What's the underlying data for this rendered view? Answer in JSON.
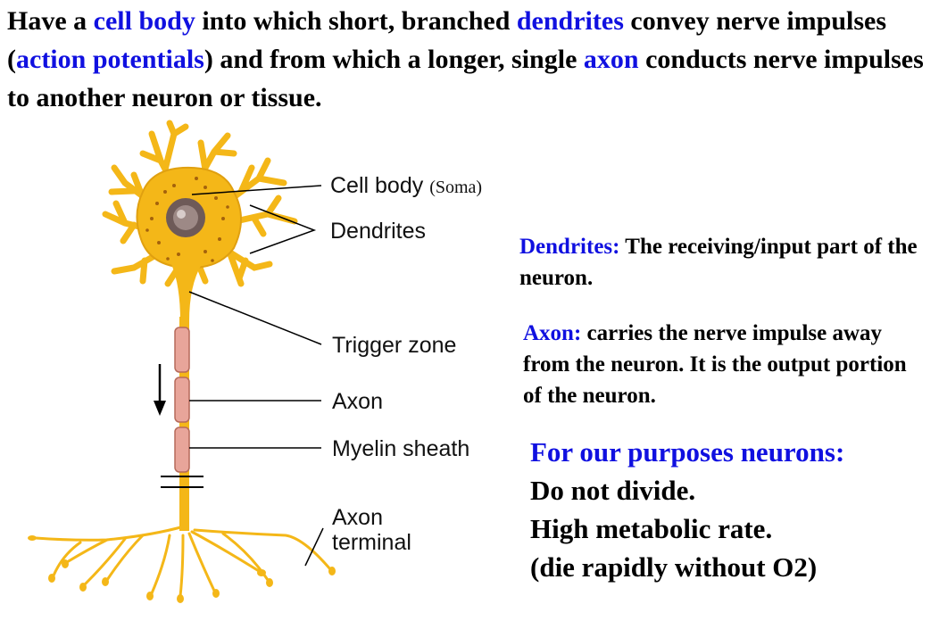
{
  "intro": {
    "t1": "Have a ",
    "k1": "cell body",
    "t2": " into which short, branched ",
    "k2": "dendrites",
    "t3": " convey nerve impulses (",
    "k3": "action potentials",
    "t4": ") and from which a longer, single ",
    "k4": "axon",
    "t5": " conducts nerve impulses to another neuron or tissue."
  },
  "labels": {
    "cell_body": "Cell body",
    "soma": "(Soma)",
    "dendrites": "Dendrites",
    "trigger_zone": "Trigger zone",
    "axon": "Axon",
    "myelin_sheath": "Myelin sheath",
    "axon_terminal_1": "Axon",
    "axon_terminal_2": "terminal"
  },
  "notes": {
    "dendrites_term": "Dendrites:",
    "dendrites_text": " The receiving/input part of the neuron.",
    "axon_term": "Axon:",
    "axon_text": " carries the nerve impulse away from the neuron. It is the output portion of the neuron."
  },
  "purposes": {
    "heading": "For our purposes neurons:",
    "items": [
      "Do not divide.",
      "High metabolic rate.",
      "(die rapidly without O2)"
    ]
  },
  "colors": {
    "neuron": "#f4b718",
    "neuron_outline": "#c98a0a",
    "myelin": "#e8a59a",
    "nucleus": "#6e5a58",
    "keyword_blue": "#1010e0"
  }
}
